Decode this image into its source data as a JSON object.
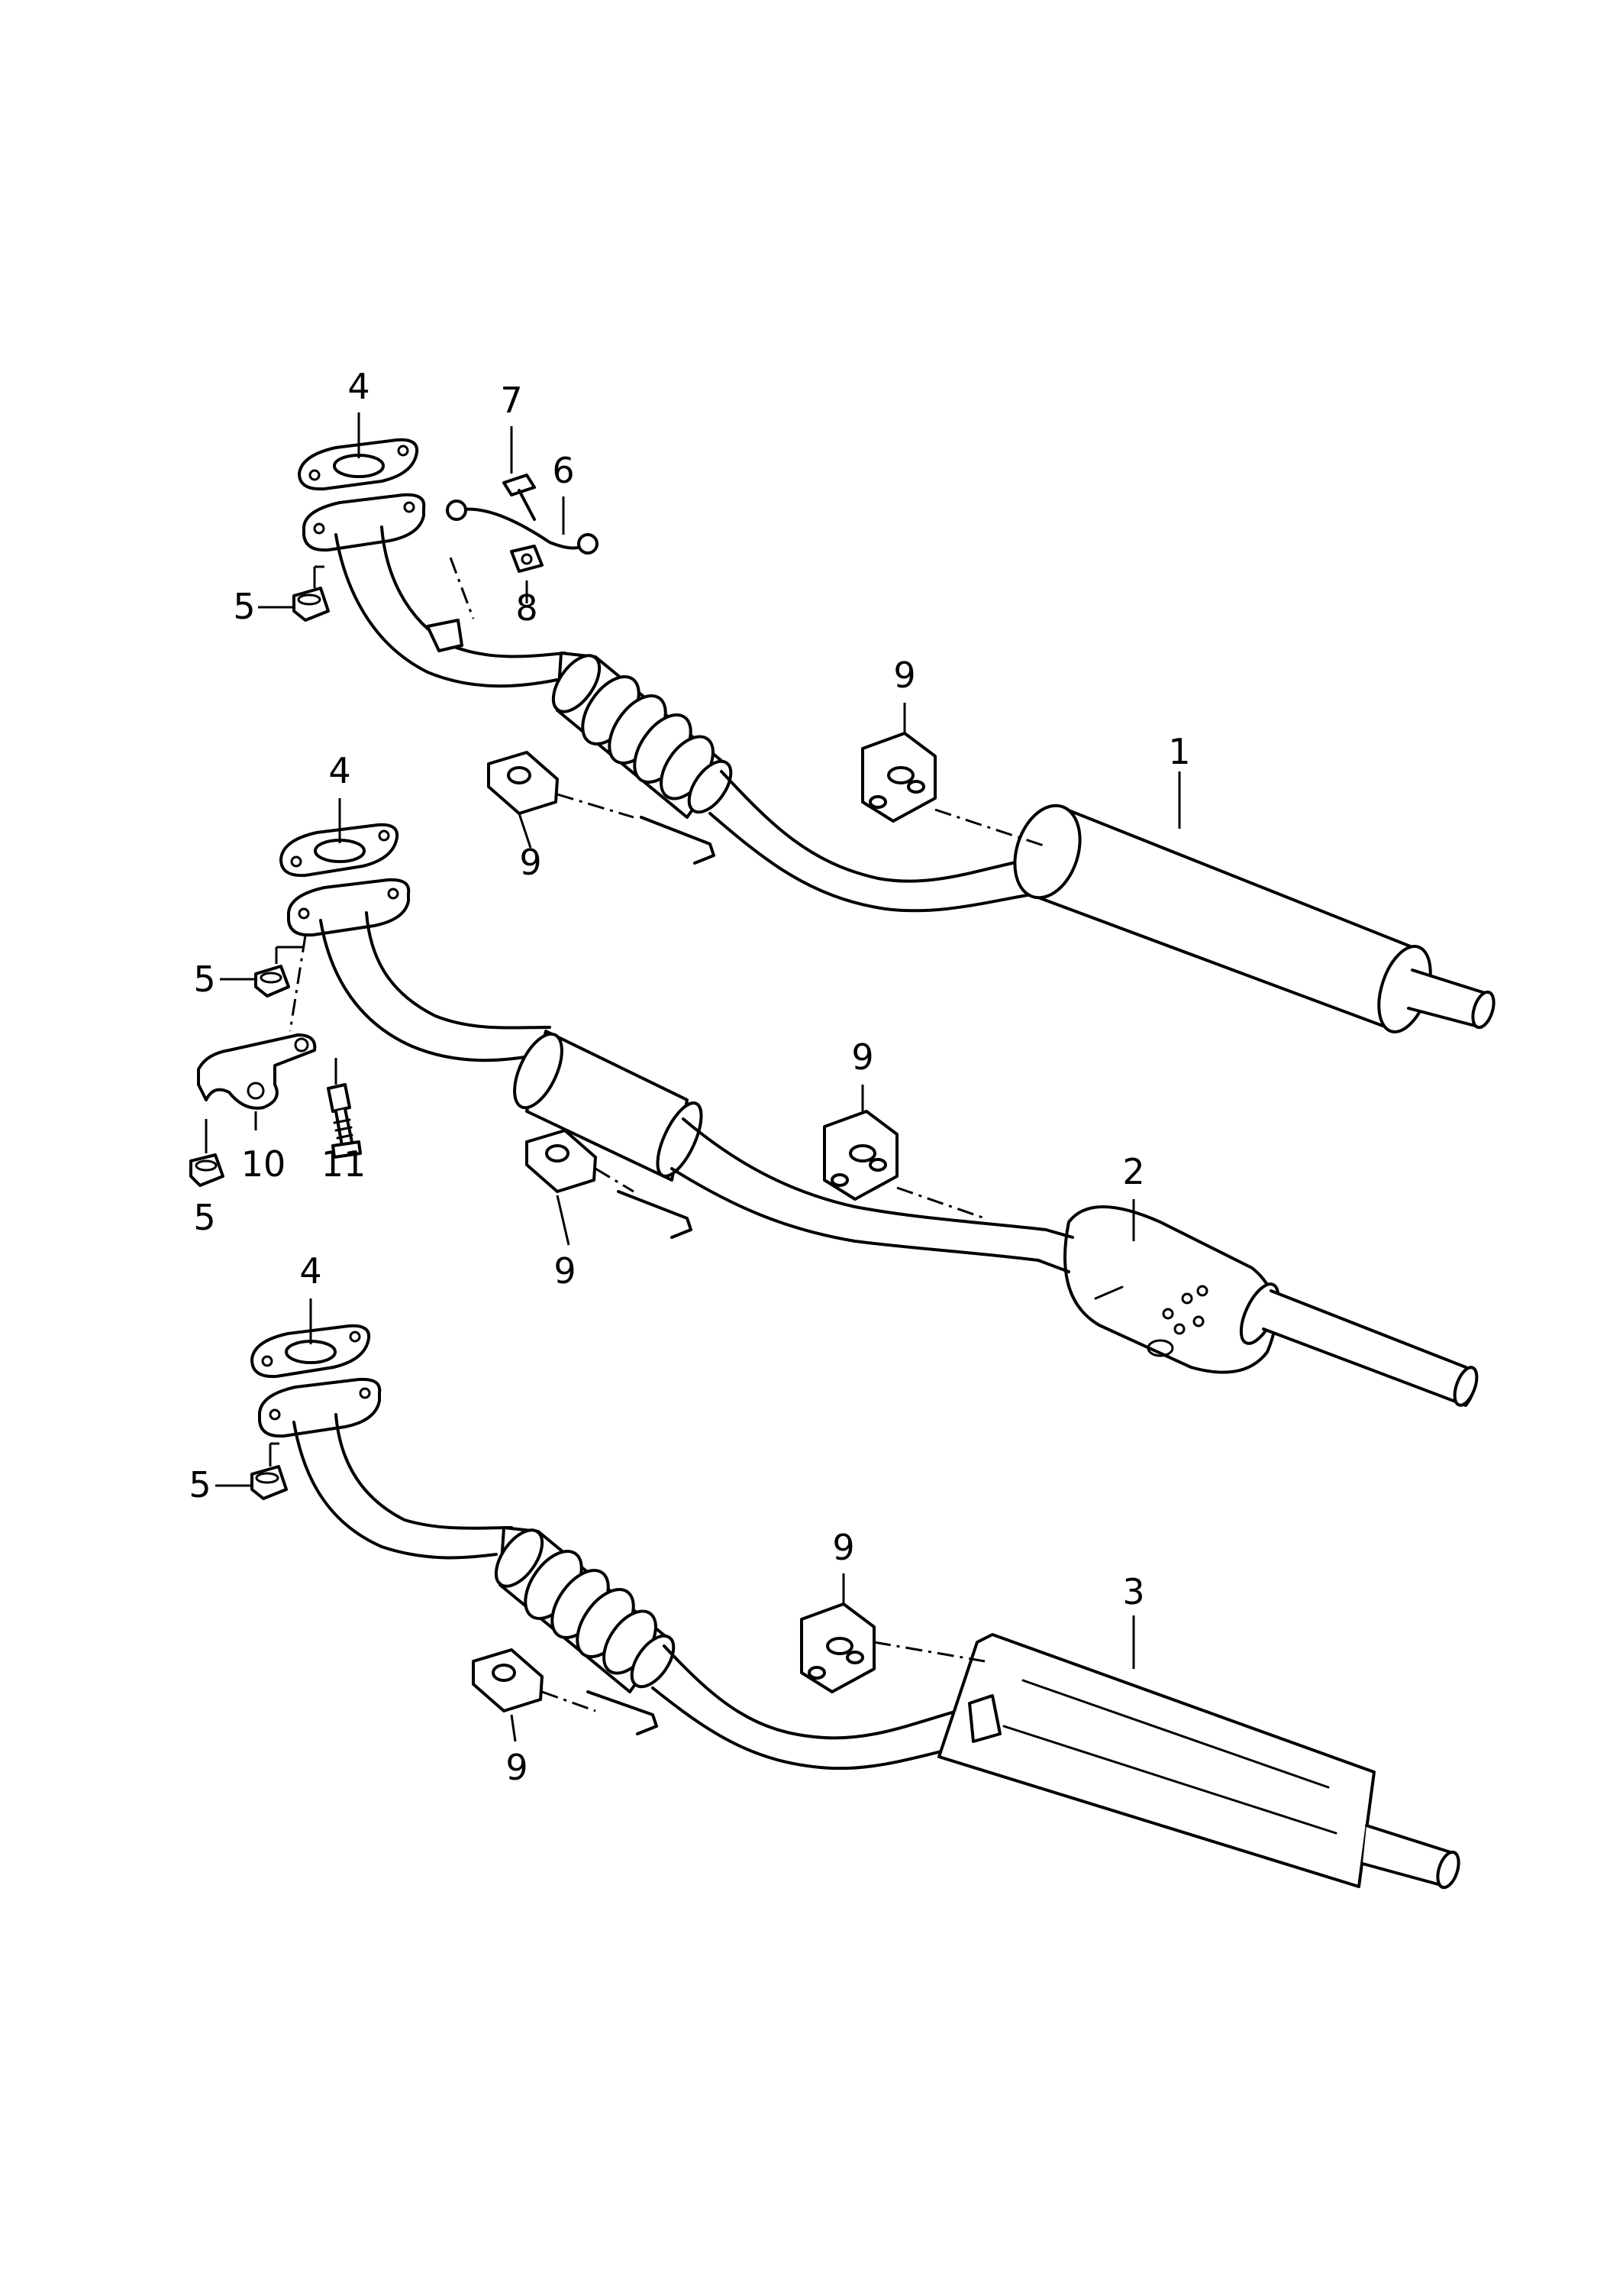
{
  "diagram": {
    "callouts": {
      "a_4": "4",
      "a_7": "7",
      "a_6": "6",
      "a_5": "5",
      "a_8": "8",
      "a_9top": "9",
      "a_1": "1",
      "a_9left": "9",
      "b_4": "4",
      "b_5": "5",
      "b_10": "10",
      "b_11": "11",
      "b_5low": "5",
      "b_9top": "9",
      "b_2": "2",
      "b_9low": "9",
      "c_4": "4",
      "c_5": "5",
      "c_9top": "9",
      "c_3": "3",
      "c_9low": "9"
    }
  }
}
